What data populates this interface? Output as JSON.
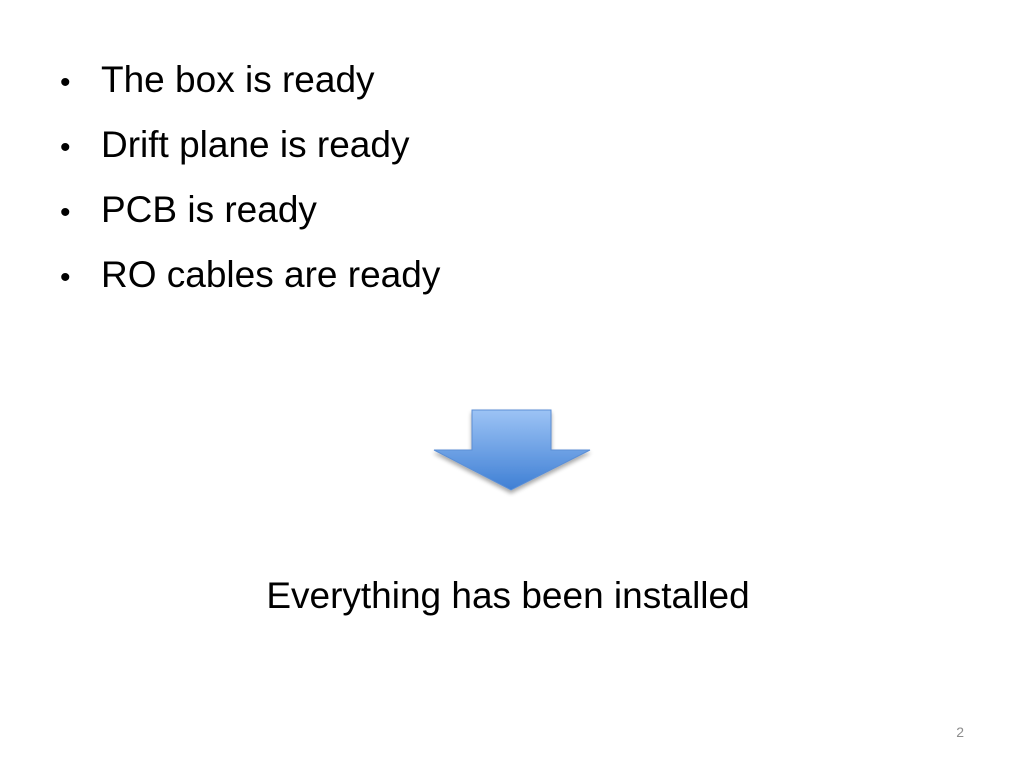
{
  "slide": {
    "bullets": [
      "The box is ready",
      "Drift plane is ready",
      "PCB is ready",
      "RO cables are ready"
    ],
    "bullet_glyph": "•",
    "conclusion": "Everything has been installed",
    "page_number": "2",
    "arrow_icon": "down-arrow-icon",
    "colors": {
      "arrow_top": "#9cc3f5",
      "arrow_bottom": "#3f7fd4",
      "arrow_stroke": "#5b8fd6",
      "page_number": "#8c8c8c"
    }
  }
}
